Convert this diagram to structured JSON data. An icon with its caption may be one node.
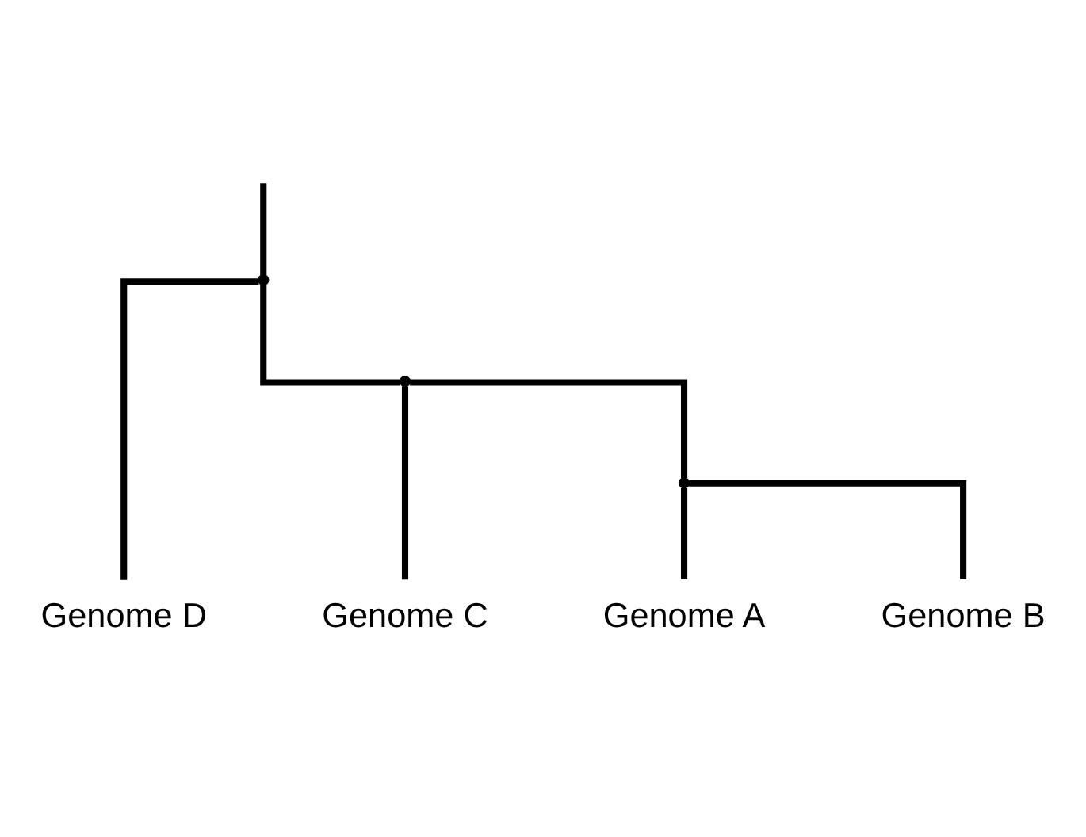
{
  "diagram": {
    "nodes": [
      {
        "text": [
          "Genome A"
        ]
      },
      {
        "text": [
          "Genome B"
        ]
      },
      {
        "text": [
          "Genome C"
        ]
      },
      {
        "text": [
          "Genome D"
        ]
      },
      {
        "text": [],
        "shape": "point"
      },
      {
        "text": [],
        "shape": "point"
      },
      {
        "text": [],
        "shape": "point"
      }
    ],
    "edges": [
      {
        "from": null,
        "to": 6,
        "arrow": "none"
      },
      {
        "from": 6,
        "to": 5,
        "arrow": "none"
      },
      {
        "from": 6,
        "to": 3,
        "arrow": "none"
      },
      {
        "from": 5,
        "to": 4,
        "arrow": "none"
      },
      {
        "from": 5,
        "to": 2,
        "arrow": "none"
      },
      {
        "from": 4,
        "to": 0,
        "arrow": "none"
      },
      {
        "from": 4,
        "to": 1,
        "arrow": "none"
      }
    ]
  }
}
